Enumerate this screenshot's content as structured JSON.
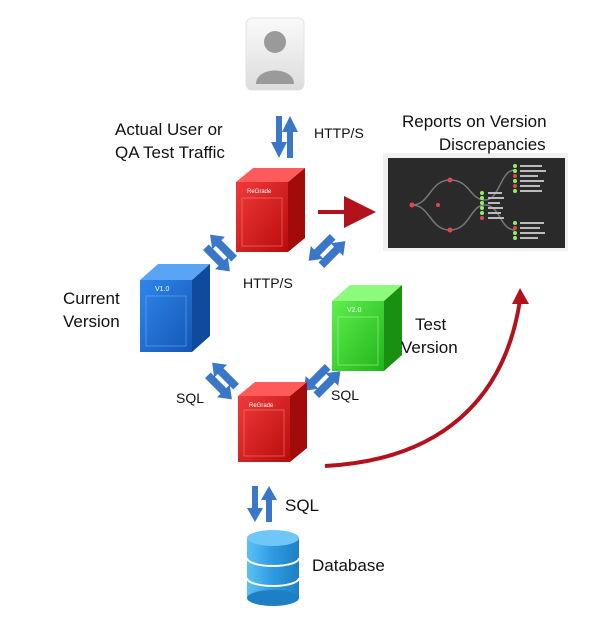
{
  "labels": {
    "actual_user_line1": "Actual User or",
    "actual_user_line2": "QA Test Traffic",
    "http_top": "HTTP/S",
    "http_mid": "HTTP/S",
    "reports_line1": "Reports on Version",
    "reports_line2": "Discrepancies",
    "current_line1": "Current",
    "current_line2": "Version",
    "test_line1": "Test",
    "test_line2": "Version",
    "sql_left": "SQL",
    "sql_right": "SQL",
    "sql_bottom": "SQL",
    "database": "Database"
  },
  "servers": {
    "top_brand": "ReGrade",
    "bottom_brand": "ReGrade",
    "current_tag": "V1.0",
    "test_tag": "V2.0"
  },
  "colors": {
    "regrade_red": "#d41414",
    "current_blue": "#1a6fd6",
    "test_green": "#37d42a",
    "arrow_blue": "#3a77c9",
    "arrow_red": "#b3121d",
    "database_blue": "#2d9be0",
    "report_bg": "#2a2a2a"
  },
  "icons": {
    "user": "user-avatar-icon",
    "database": "database-cylinder-icon",
    "report": "report-tree-screenshot"
  }
}
